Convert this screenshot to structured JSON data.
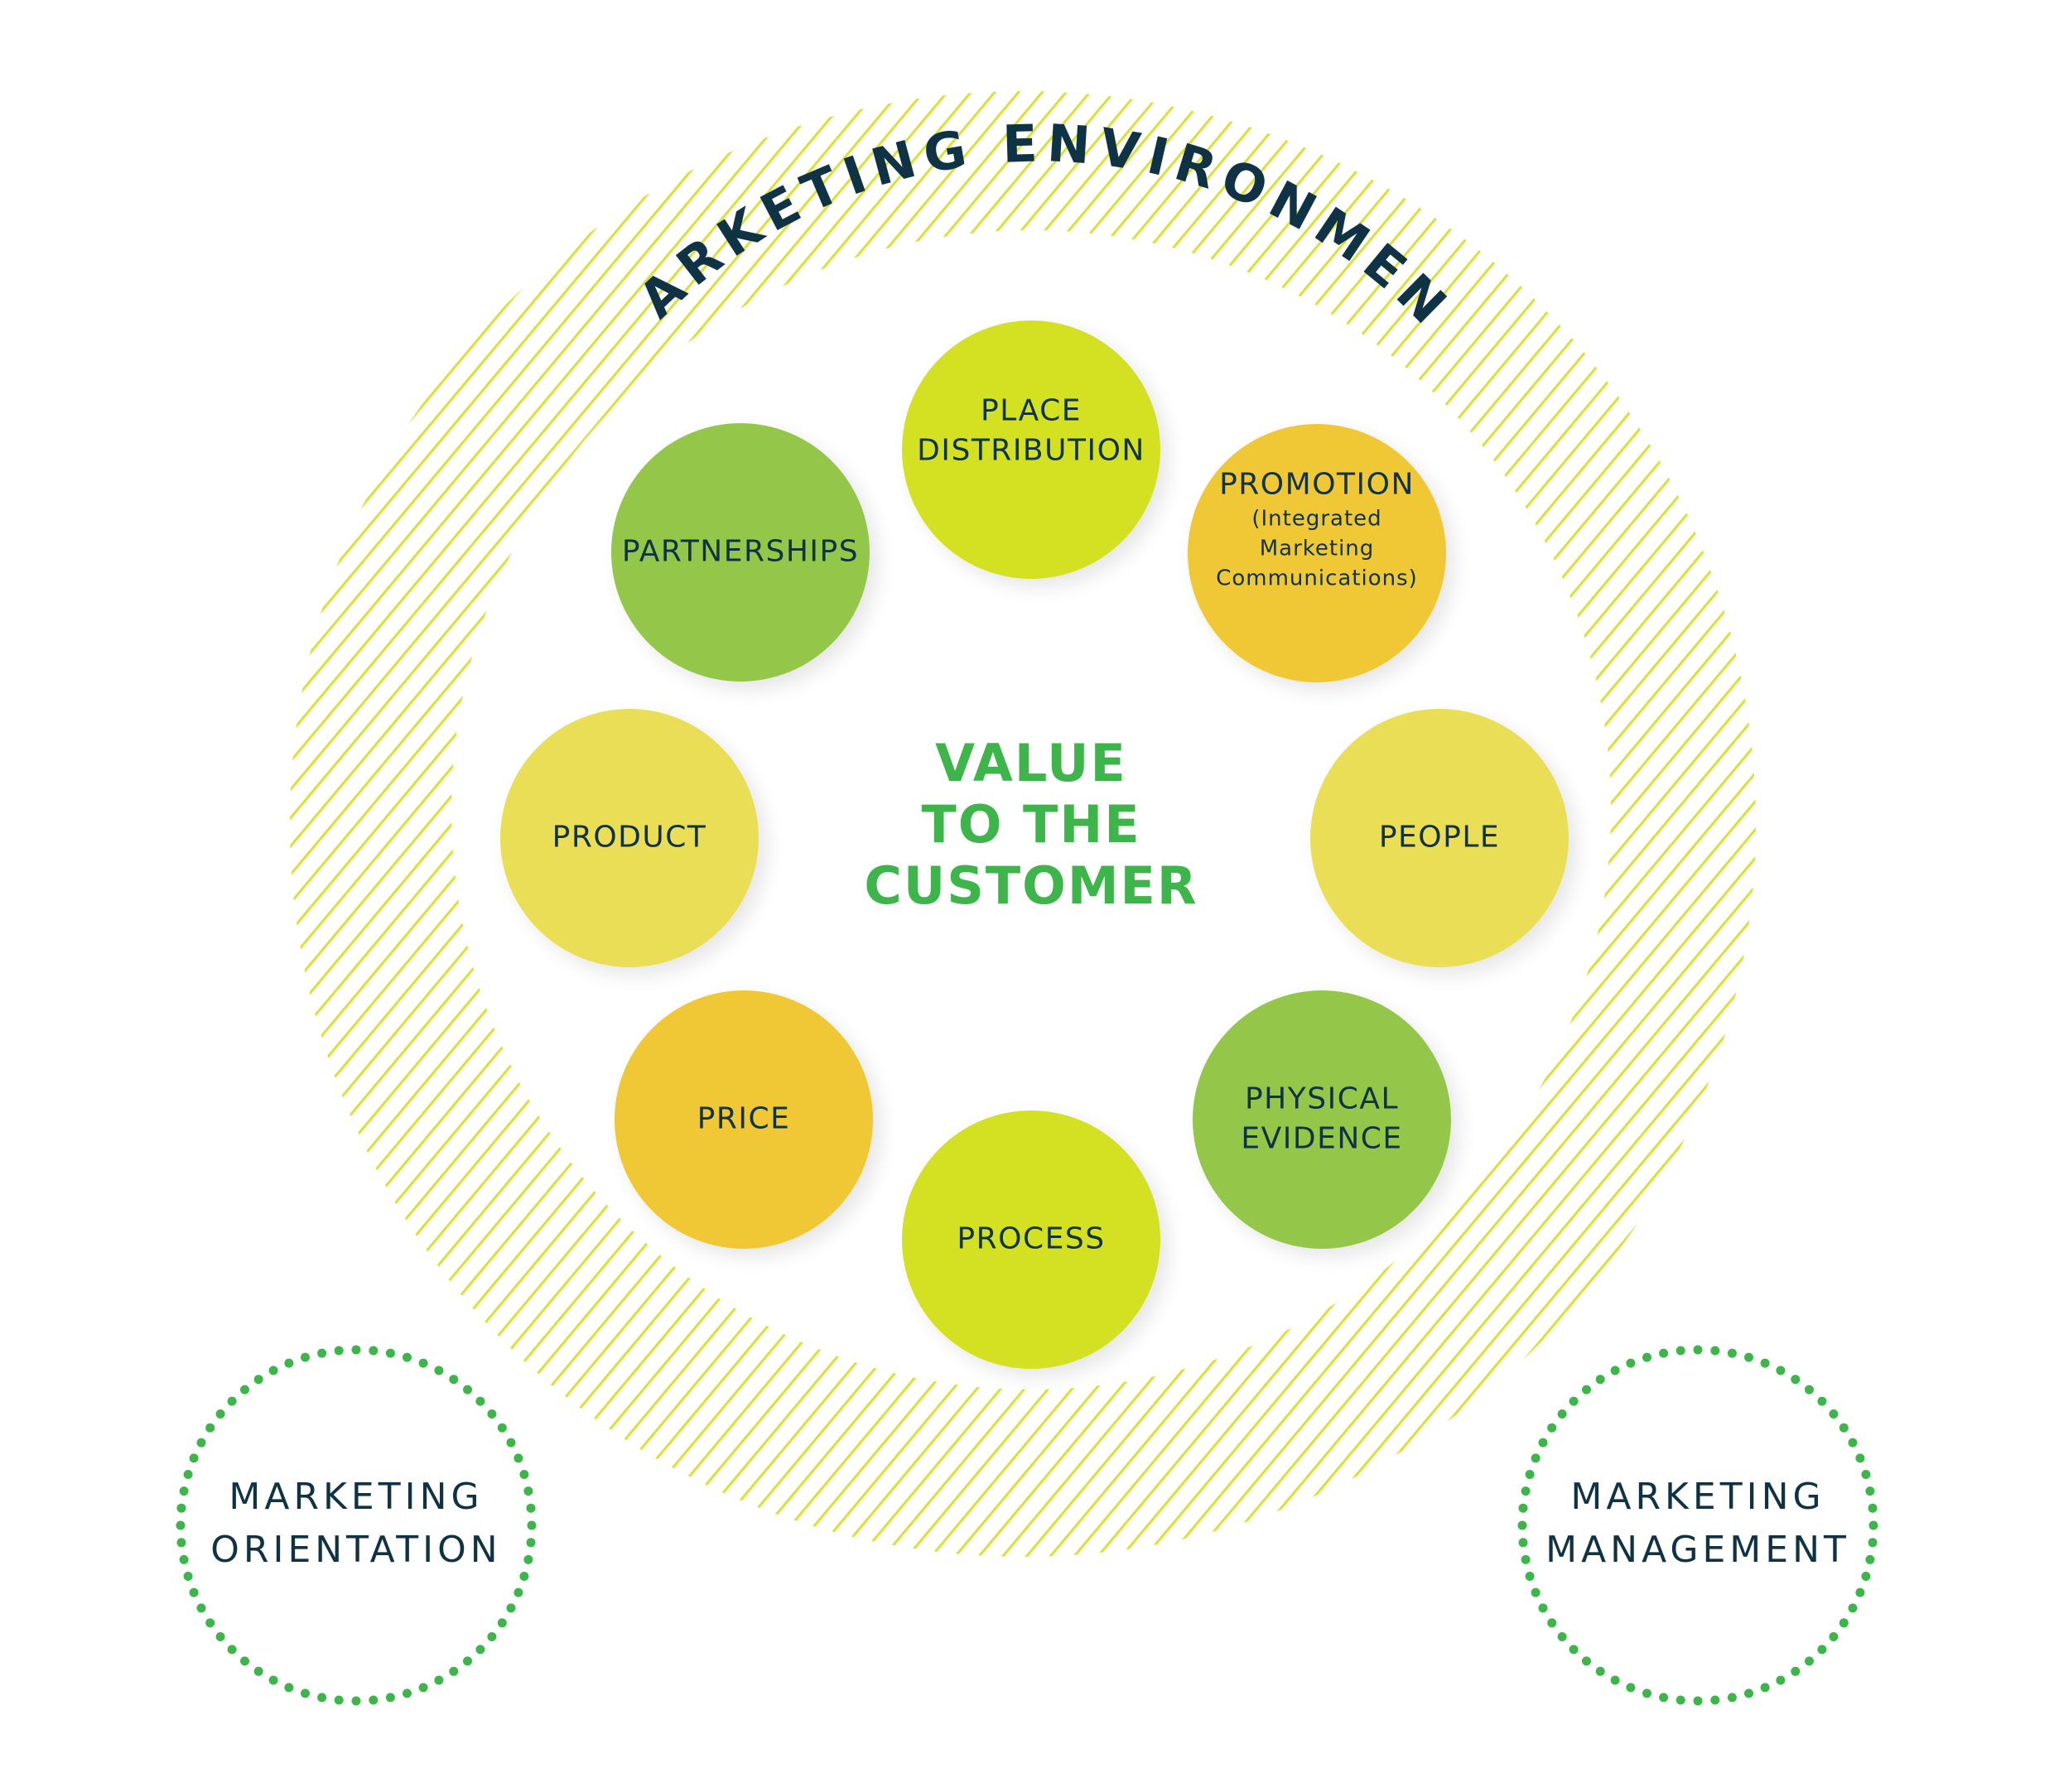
{
  "environment": {
    "label": "MARKETING ENVIRONMENT",
    "hatch_color": "#d9e23a"
  },
  "center": {
    "lines": [
      "VALUE",
      "TO THE",
      "CUSTOMER"
    ],
    "color": "#3db54a"
  },
  "text_color": "#0f3344",
  "elements": [
    {
      "id": "place",
      "lines": [
        "PLACE",
        "DISTRIBUTION"
      ],
      "sub": [],
      "color": "#d4e021"
    },
    {
      "id": "promotion",
      "lines": [
        "PROMOTION"
      ],
      "sub": [
        "(Integrated",
        "Marketing",
        "Communications)"
      ],
      "color": "#f0c735"
    },
    {
      "id": "people",
      "lines": [
        "PEOPLE"
      ],
      "sub": [],
      "color": "#e9de57"
    },
    {
      "id": "physical-evidence",
      "lines": [
        "PHYSICAL",
        "EVIDENCE"
      ],
      "sub": [],
      "color": "#94c748"
    },
    {
      "id": "process",
      "lines": [
        "PROCESS"
      ],
      "sub": [],
      "color": "#d4e021"
    },
    {
      "id": "price",
      "lines": [
        "PRICE"
      ],
      "sub": [],
      "color": "#f0c735"
    },
    {
      "id": "product",
      "lines": [
        "PRODUCT"
      ],
      "sub": [],
      "color": "#e9de57"
    },
    {
      "id": "partnerships",
      "lines": [
        "PARTNERSHIPS"
      ],
      "sub": [],
      "color": "#94c748"
    }
  ],
  "side_circles": [
    {
      "id": "marketing-orientation",
      "lines": [
        "MARKETING",
        "ORIENTATION"
      ],
      "dot_color": "#3db54a"
    },
    {
      "id": "marketing-management",
      "lines": [
        "MARKETING",
        "MANAGEMENT"
      ],
      "dot_color": "#3db54a"
    }
  ]
}
